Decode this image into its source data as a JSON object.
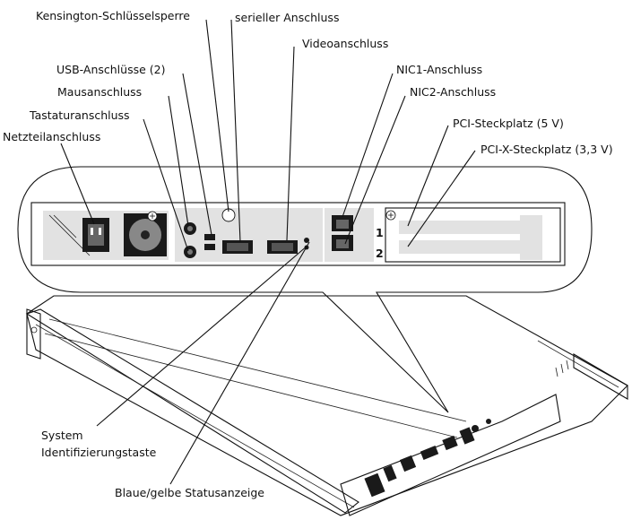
{
  "callouts": {
    "kensington": "Kensington-Schlüsselsperre",
    "serial": "serieller Anschluss",
    "video": "Videoanschluss",
    "usb": "USB-Anschlüsse (2)",
    "nic1": "NIC1-Anschluss",
    "mouse": "Mausanschluss",
    "nic2": "NIC2-Anschluss",
    "keyboard": "Tastaturanschluss",
    "pci": "PCI-Steckplatz (5 V)",
    "power": "Netzteilanschluss",
    "pcix": "PCI-X-Steckplatz (3,3 V)",
    "system_id_line1": "System",
    "system_id_line2": "Identifizierungstaste",
    "status_led": "Blaue/gelbe Statusanzeige"
  },
  "slot_numbers": {
    "slot1": "1",
    "slot2": "2"
  }
}
